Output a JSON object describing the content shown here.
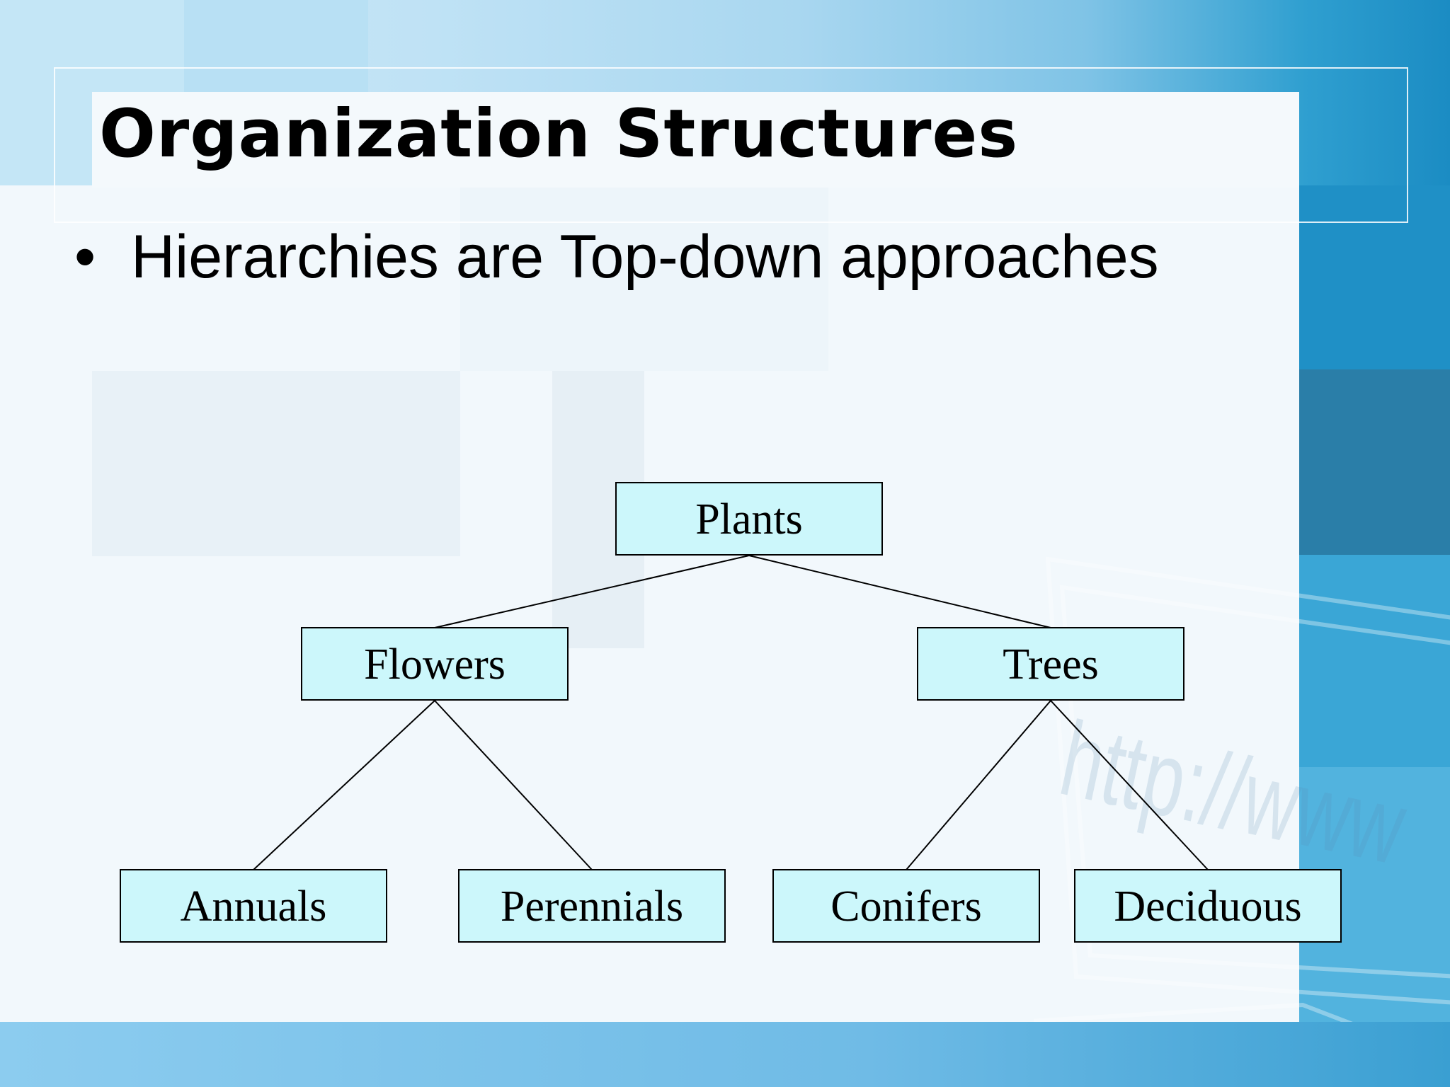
{
  "slide": {
    "title": "Organization Structures",
    "bullet_symbol": "•",
    "bullet_text": "Hierarchies are Top-down approaches",
    "watermark_text": "http://www"
  },
  "diagram": {
    "nodes": [
      {
        "id": "plants",
        "label": "Plants"
      },
      {
        "id": "flowers",
        "label": "Flowers"
      },
      {
        "id": "trees",
        "label": "Trees"
      },
      {
        "id": "annuals",
        "label": "Annuals"
      },
      {
        "id": "perennials",
        "label": "Perennials"
      },
      {
        "id": "conifers",
        "label": "Conifers"
      },
      {
        "id": "deciduous",
        "label": "Deciduous"
      }
    ],
    "edges": [
      {
        "from": "plants",
        "to": "flowers"
      },
      {
        "from": "plants",
        "to": "trees"
      },
      {
        "from": "flowers",
        "to": "annuals"
      },
      {
        "from": "flowers",
        "to": "perennials"
      },
      {
        "from": "trees",
        "to": "conifers"
      },
      {
        "from": "trees",
        "to": "deciduous"
      }
    ]
  },
  "colors": {
    "node_fill": "#ccf7fb",
    "node_border": "#000000",
    "panel": "#f2f8fc",
    "accent_blue": "#1b8cc3"
  }
}
